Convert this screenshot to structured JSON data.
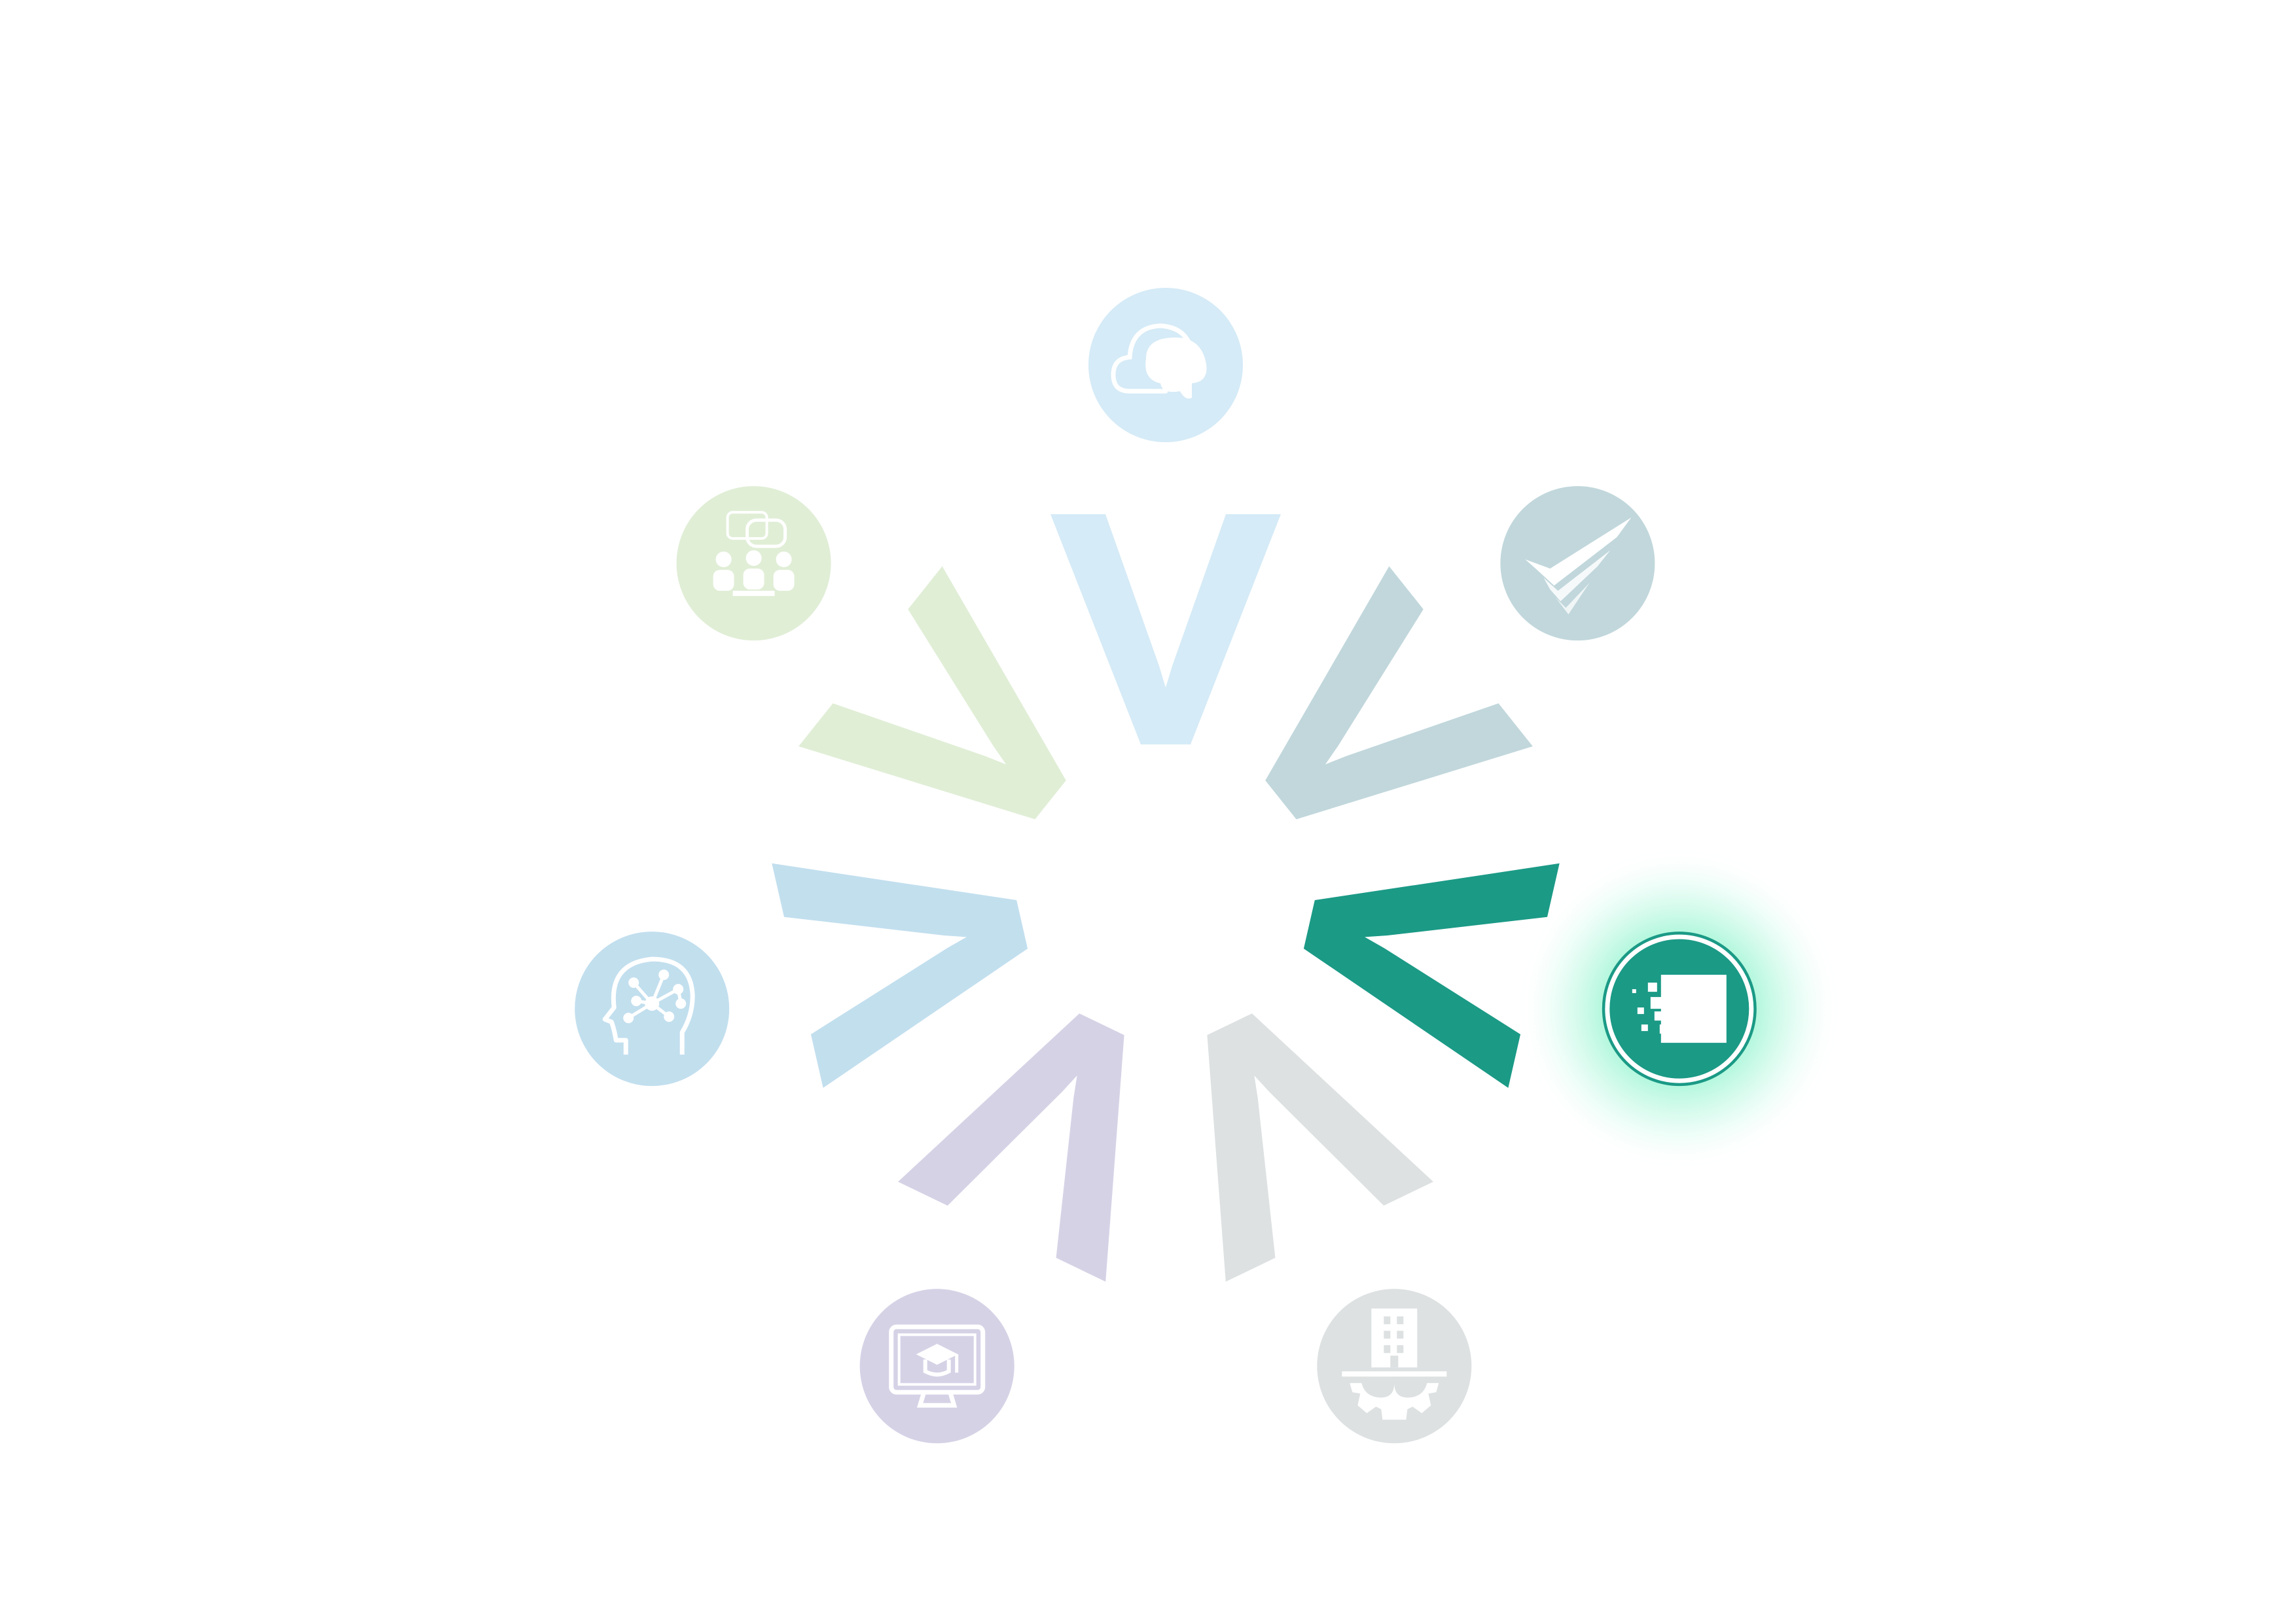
{
  "diagram": {
    "active_segment": "data-processing",
    "segments": [
      {
        "id": "cloud-brain",
        "icon": "cloud-brain-icon",
        "color": "#d5ebf7",
        "active": false
      },
      {
        "id": "checkmark-layers",
        "icon": "checkmark-layers-icon",
        "color": "#c1d7dc",
        "active": false
      },
      {
        "id": "data-processing",
        "icon": "data-pixel-icon",
        "color": "#1b9a86",
        "active": true,
        "glow": "#6ff0bf"
      },
      {
        "id": "industry",
        "icon": "factory-gear-icon",
        "color": "#dde1e2",
        "active": false
      },
      {
        "id": "e-learning",
        "icon": "monitor-graduation-cap-icon",
        "color": "#d6d2e6",
        "active": false
      },
      {
        "id": "ai-mind",
        "icon": "head-network-icon",
        "color": "#c2dfee",
        "active": false
      },
      {
        "id": "collaboration",
        "icon": "people-discussion-icon",
        "color": "#e0eed6",
        "active": false
      }
    ]
  }
}
